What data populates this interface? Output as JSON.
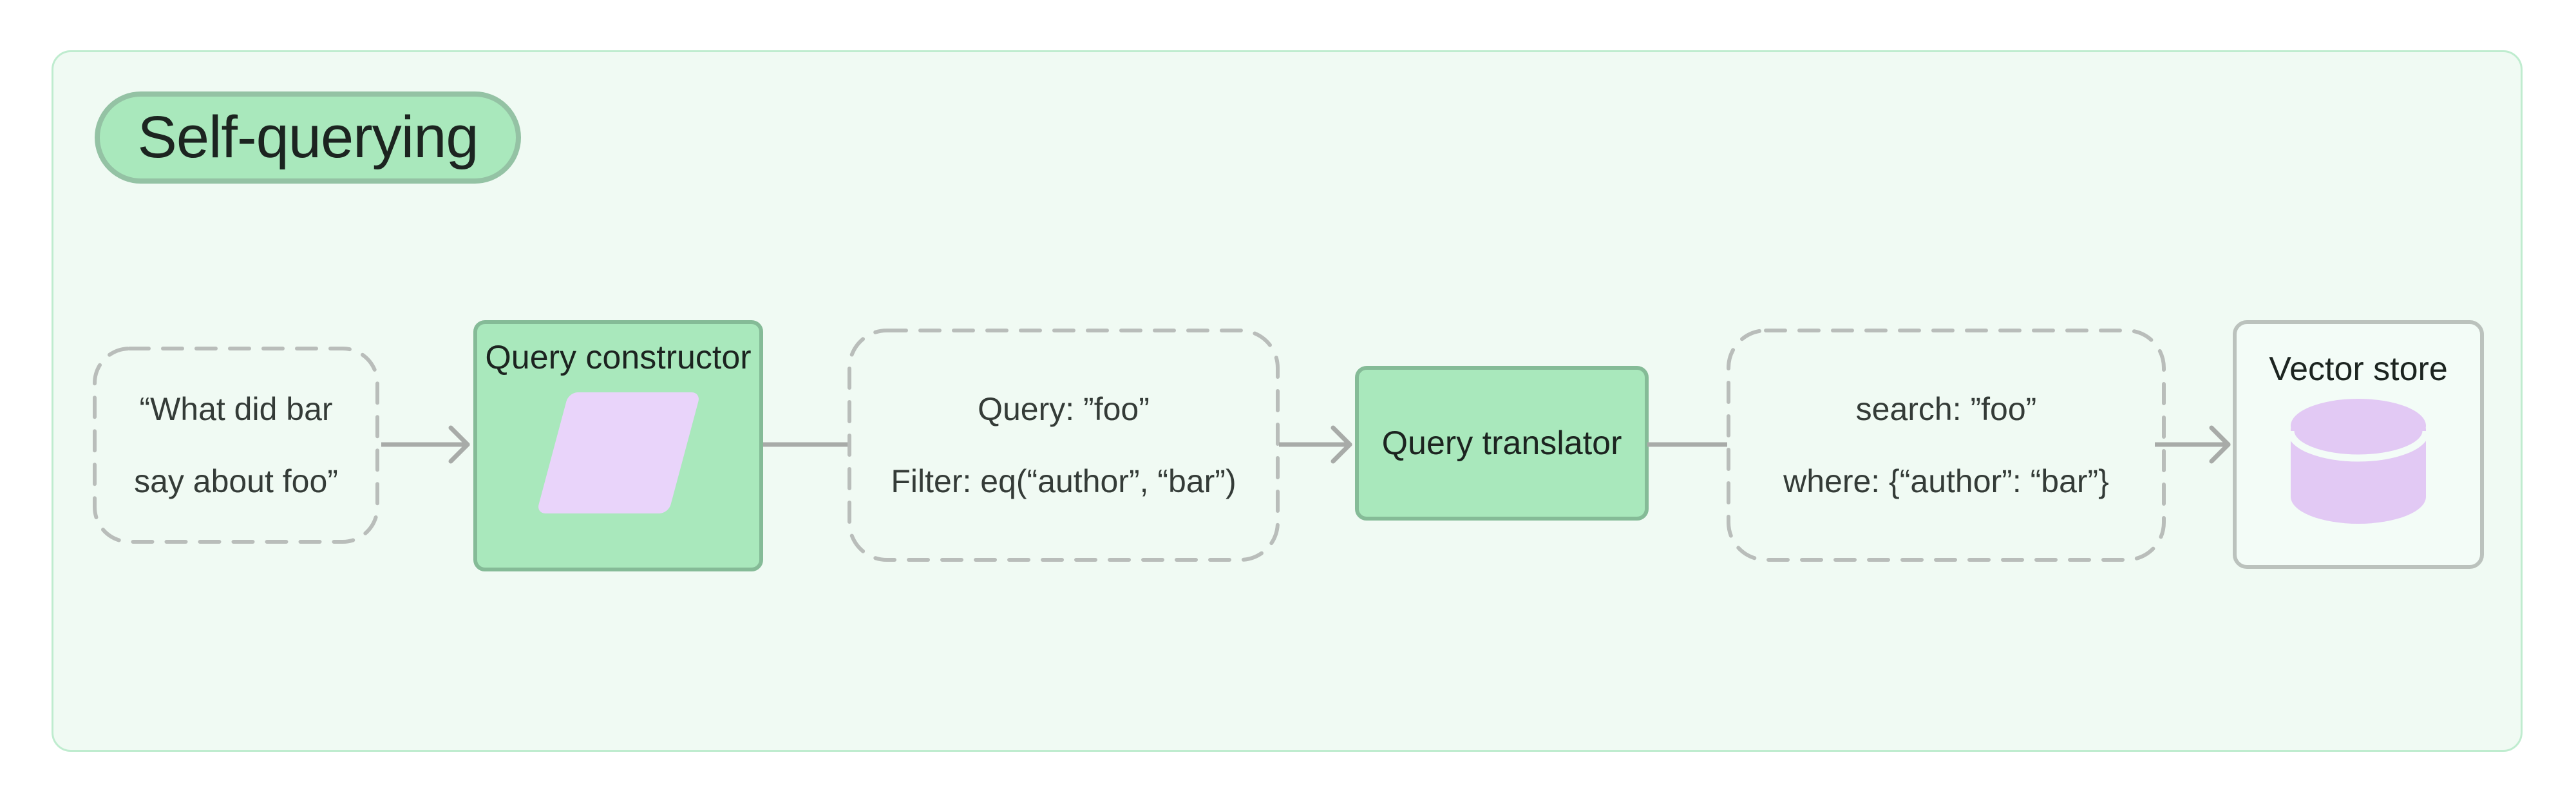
{
  "diagram": {
    "title": "Self-querying",
    "nodes": {
      "user_query": {
        "line1": "“What did bar",
        "line2": "say about foo”"
      },
      "query_constructor": {
        "label": "Query constructor",
        "icon": "parallelogram"
      },
      "structured_query": {
        "line1": "Query: ”foo”",
        "line2": "Filter: eq(“author”, “bar”)"
      },
      "query_translator": {
        "label": "Query translator"
      },
      "translated_query": {
        "line1": "search: ”foo”",
        "line2": "where: {“author”: “bar”}"
      },
      "vector_store": {
        "label": "Vector store",
        "icon": "database-cylinder"
      }
    },
    "edges": [
      {
        "from": "user_query",
        "to": "query_constructor",
        "arrowhead": true
      },
      {
        "from": "query_constructor",
        "to": "structured_query",
        "arrowhead": false
      },
      {
        "from": "structured_query",
        "to": "query_translator",
        "arrowhead": true
      },
      {
        "from": "query_translator",
        "to": "translated_query",
        "arrowhead": false
      },
      {
        "from": "translated_query",
        "to": "vector_store",
        "arrowhead": true
      }
    ]
  },
  "colors": {
    "page-bg": "#ffffff",
    "frame-bg": "#f0faf3",
    "frame-border": "#bfeccf",
    "node-green": "#a9e8bc",
    "node-green-border": "#85bb97",
    "pill-border": "#94c2a4",
    "purple-light": "#e9d4fa",
    "purple": "#e2c9f4",
    "dashed-border": "#b9bdba",
    "arrow-gray": "#a8aba8",
    "store-border": "#bbc2bd",
    "store-bg": "#f3fcf7",
    "text-dark": "#1c2420",
    "text-body": "#343b37"
  }
}
